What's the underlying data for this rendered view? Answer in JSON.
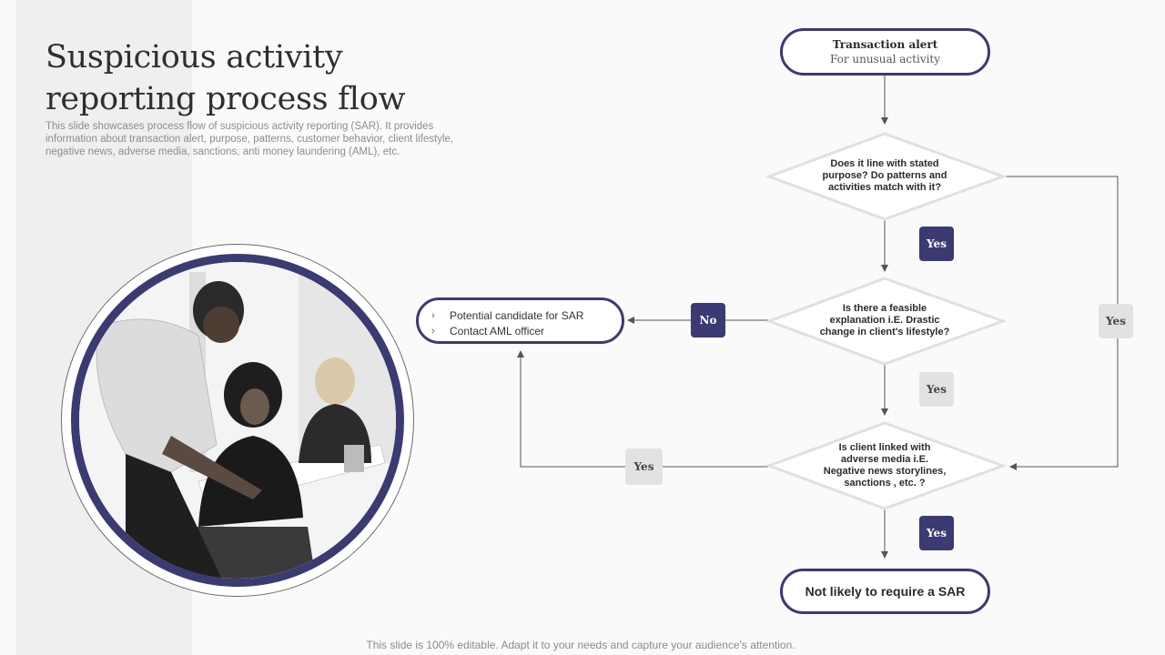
{
  "slide": {
    "title_line1": "Suspicious activity",
    "title_line2": "reporting process flow",
    "subtitle": "This slide showcases process flow of suspicious activity reporting (SAR). It provides information about transaction alert, purpose, patterns, customer behavior, client lifestyle, negative news, adverse media, sanctions, anti money laundering (AML), etc.",
    "footer": "This slide is 100% editable. Adapt it to your needs and capture your audience's attention."
  },
  "flow": {
    "start": {
      "title": "Transaction alert",
      "subtitle": "For unusual activity"
    },
    "decision1": {
      "line1": "Does it line with stated",
      "line2": "purpose? Do patterns and",
      "line3": "activities match with it?"
    },
    "decision2": {
      "line1": "Is there a feasible",
      "line2": "explanation i.E. Drastic",
      "line3": "change in client's lifestyle?"
    },
    "decision3": {
      "line1": "Is client linked with",
      "line2": "adverse media i.E.",
      "line3": "Negative news storylines,",
      "line4": "sanctions , etc. ?"
    },
    "end": {
      "label": "Not likely to require a SAR"
    },
    "sar_box": {
      "items": [
        "Potential candidate for SAR",
        "Contact AML  officer"
      ]
    },
    "labels": {
      "yes_d1_down": "Yes",
      "yes_d1_right": "Yes",
      "no_d2_left": "No",
      "yes_d2_down": "Yes",
      "yes_d3_left": "Yes",
      "yes_d3_down": "Yes"
    },
    "colors": {
      "accent": "#3b3a72",
      "light_badge": "#e2e2e2",
      "diamond_border": "#e0e0e0"
    }
  }
}
